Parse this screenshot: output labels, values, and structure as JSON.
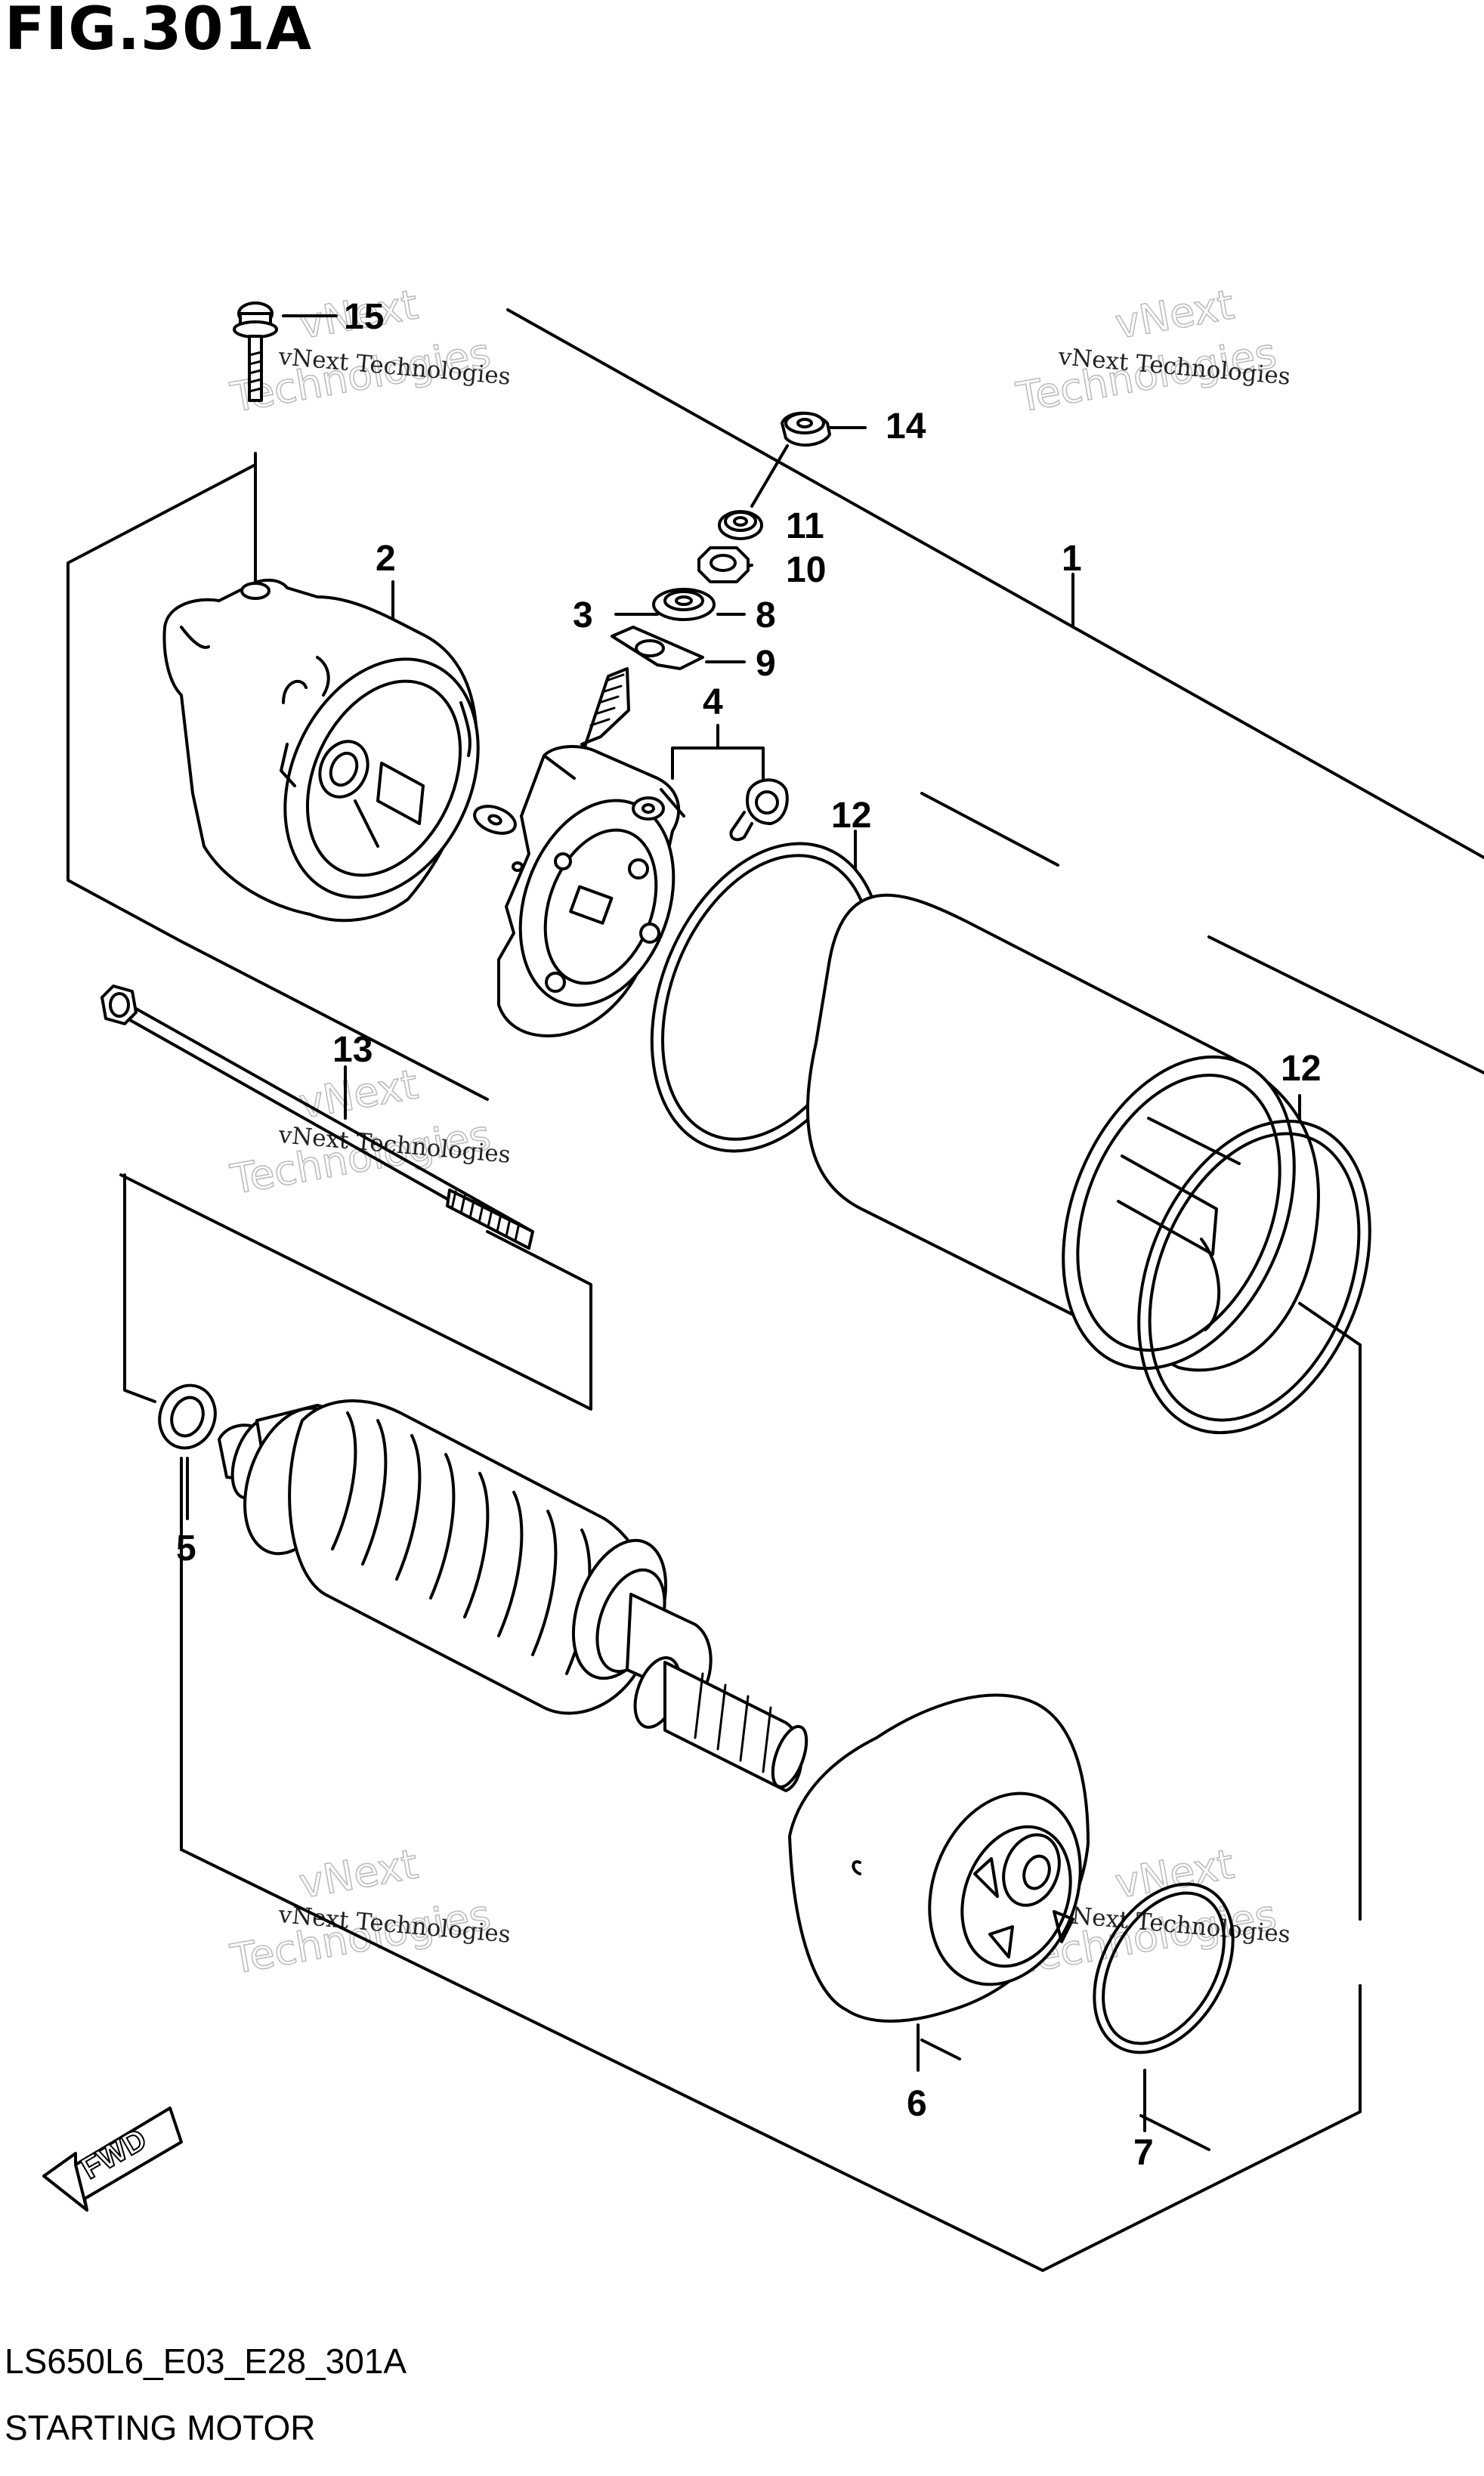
{
  "figure": {
    "title": "FIG.301A",
    "model_code": "LS650L6_E03_E28_301A",
    "name": "STARTING MOTOR"
  },
  "watermark": {
    "line1": "vNext Technologies",
    "line2": "vNext",
    "line3": "Technologies"
  },
  "direction_label": "FWD",
  "callouts": [
    {
      "id": "1",
      "part": "starting-motor-assembly"
    },
    {
      "id": "2",
      "part": "rear-housing"
    },
    {
      "id": "3",
      "part": "terminal-washer"
    },
    {
      "id": "4",
      "part": "brush-set"
    },
    {
      "id": "5",
      "part": "thrust-washer"
    },
    {
      "id": "6",
      "part": "front-housing"
    },
    {
      "id": "7",
      "part": "o-ring-front"
    },
    {
      "id": "8",
      "part": "insulator-washer"
    },
    {
      "id": "9",
      "part": "terminal-insulator"
    },
    {
      "id": "10",
      "part": "nut"
    },
    {
      "id": "11",
      "part": "washer"
    },
    {
      "id": "12",
      "part": "o-ring-yoke"
    },
    {
      "id": "13",
      "part": "through-bolt"
    },
    {
      "id": "14",
      "part": "terminal-nut"
    },
    {
      "id": "15",
      "part": "housing-bolt"
    }
  ]
}
